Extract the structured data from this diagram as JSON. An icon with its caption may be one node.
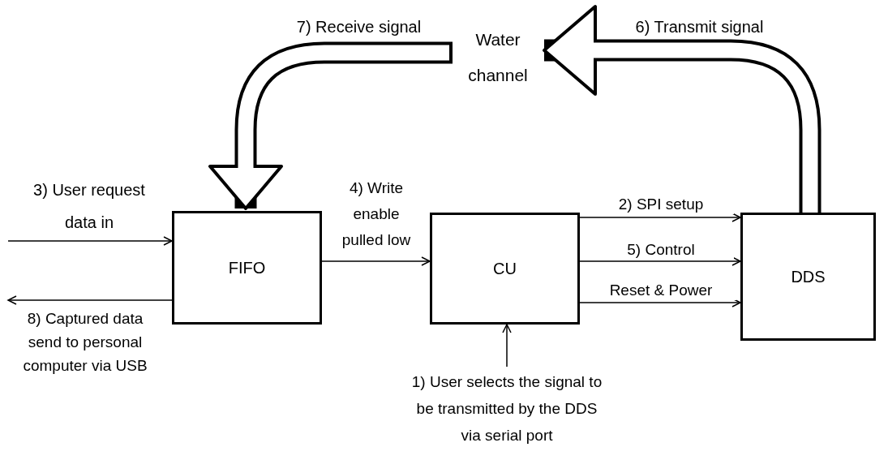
{
  "diagram": {
    "nodes": [
      {
        "text": [
          "FIFO"
        ]
      },
      {
        "text": [
          "CU"
        ]
      },
      {
        "text": [
          "DDS"
        ]
      },
      {
        "text": [
          "Water channel"
        ]
      },
      {
        "text": [
          "1) User selects the signal to be transmitted by the DDS via serial port"
        ]
      }
    ],
    "edges": [
      {
        "from": null,
        "to": 0,
        "arrow": "to",
        "label": "3) User request data in"
      },
      {
        "from": 0,
        "to": null,
        "arrow": "to",
        "label": "8) Captured data send to personal computer via USB"
      },
      {
        "from": 0,
        "to": 1,
        "arrow": "to",
        "label": "4) Write enable pulled low"
      },
      {
        "from": 1,
        "to": 2,
        "arrow": "to",
        "label": "2) SPI setup"
      },
      {
        "from": 1,
        "to": 2,
        "arrow": "to",
        "label": "5) Control"
      },
      {
        "from": 1,
        "to": 2,
        "arrow": "to",
        "label": "Reset & Power"
      },
      {
        "from": 4,
        "to": 1,
        "arrow": "to"
      },
      {
        "from": 2,
        "to": 3,
        "arrow": "to",
        "label": "6) Transmit signal",
        "style": "thick",
        "color": "#000000"
      },
      {
        "from": 3,
        "to": 0,
        "arrow": "to",
        "label": "7) Receive signal",
        "style": "thick",
        "color": "#000000"
      }
    ]
  }
}
